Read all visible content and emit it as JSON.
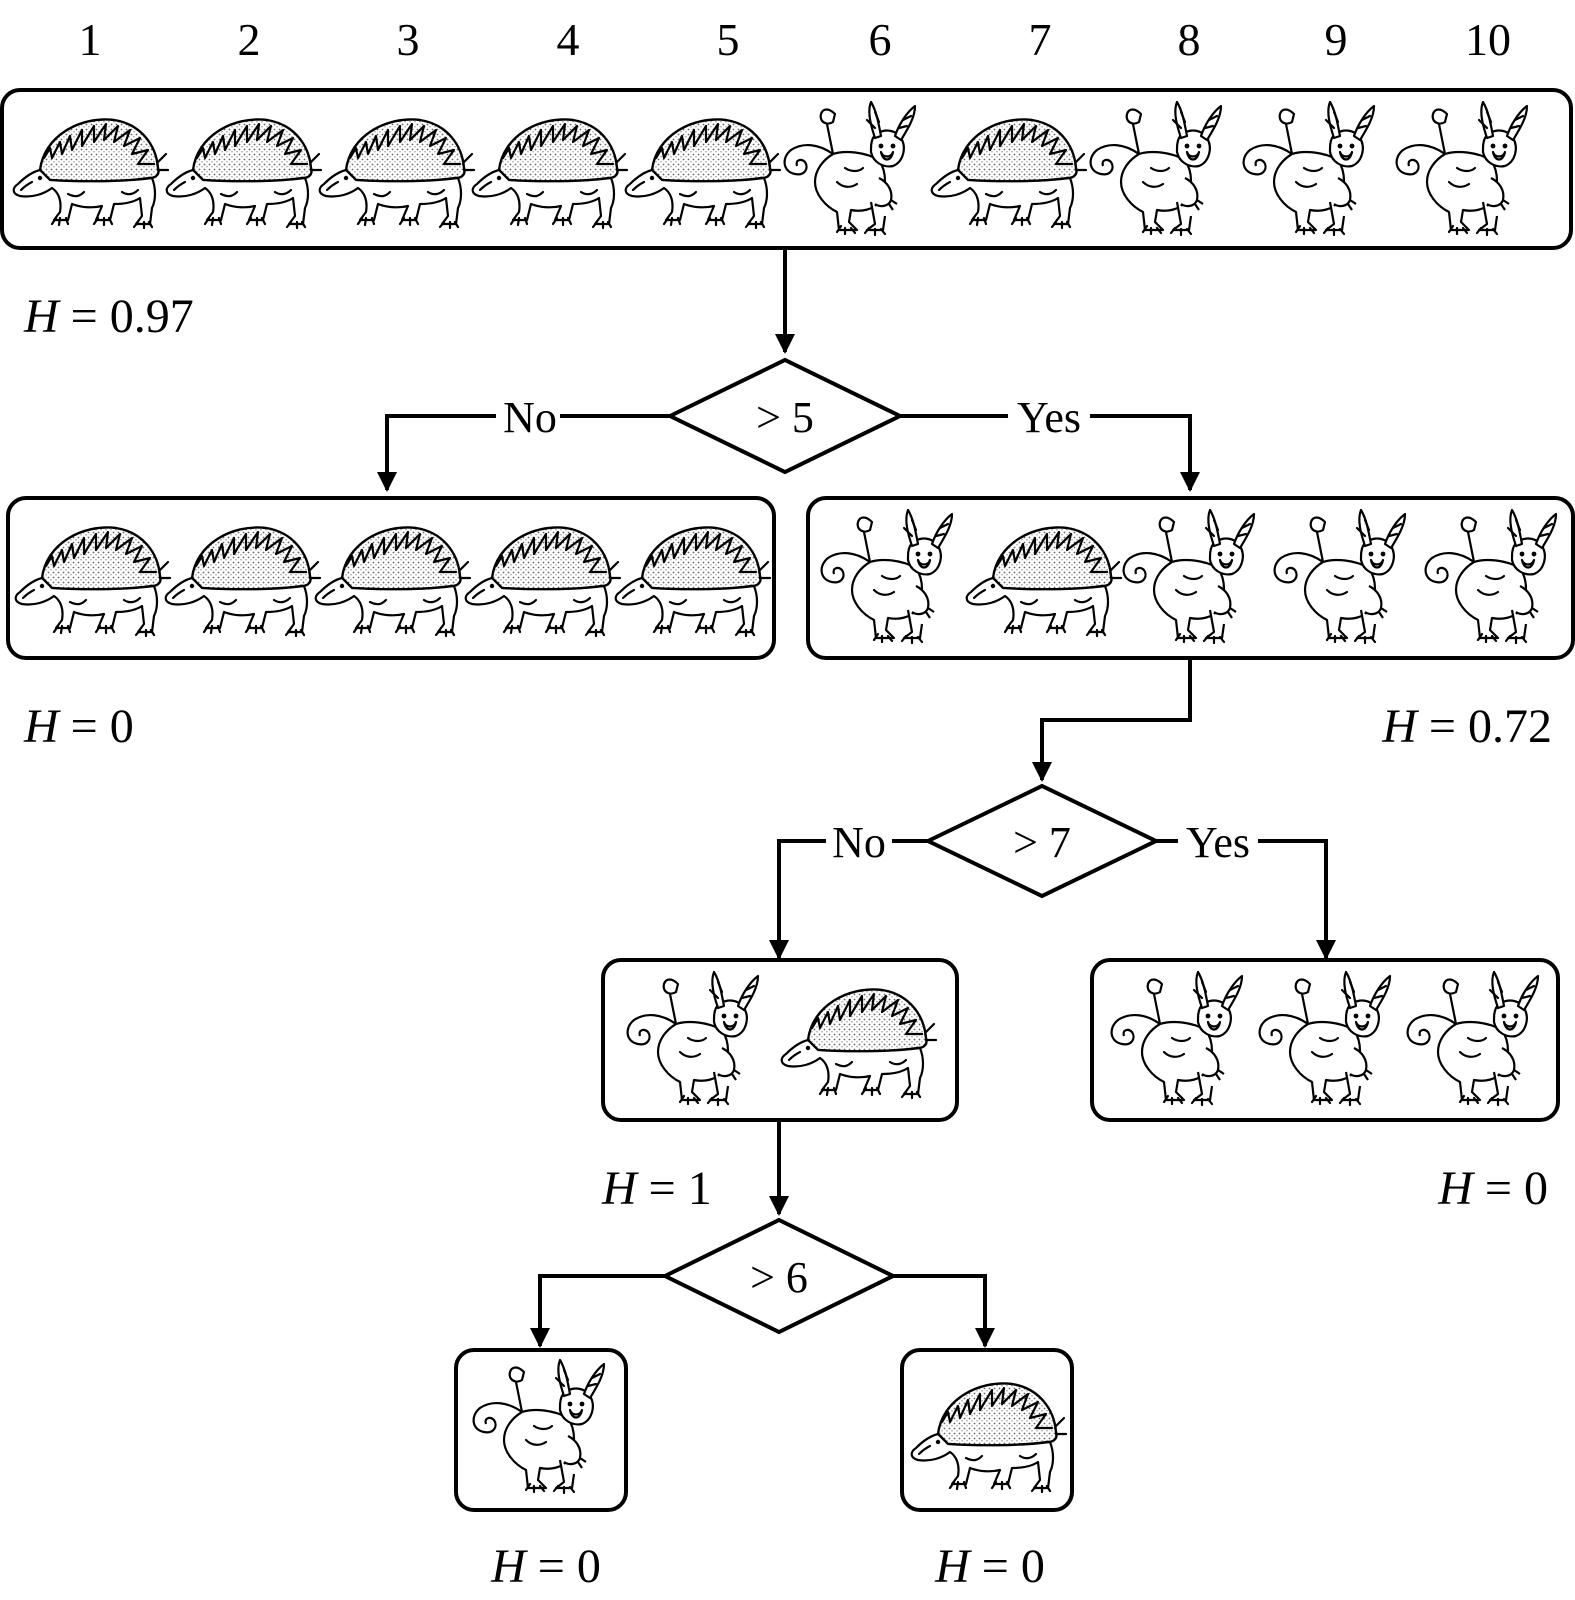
{
  "positions": [
    "1",
    "2",
    "3",
    "4",
    "5",
    "6",
    "7",
    "8",
    "9",
    "10"
  ],
  "root": {
    "animals": [
      "echidna",
      "echidna",
      "echidna",
      "echidna",
      "echidna",
      "jackalope",
      "echidna",
      "jackalope",
      "jackalope",
      "jackalope"
    ],
    "entropy": "0.97"
  },
  "split1": {
    "label": "> 5",
    "no": "No",
    "yes": "Yes"
  },
  "left1": {
    "animals": [
      "echidna",
      "echidna",
      "echidna",
      "echidna",
      "echidna"
    ],
    "entropy": "0"
  },
  "right1": {
    "animals": [
      "jackalope",
      "echidna",
      "jackalope",
      "jackalope",
      "jackalope"
    ],
    "entropy": "0.72"
  },
  "split2": {
    "label": "> 7",
    "no": "No",
    "yes": "Yes"
  },
  "left2": {
    "animals": [
      "jackalope",
      "echidna"
    ],
    "entropy": "1"
  },
  "right2": {
    "animals": [
      "jackalope",
      "jackalope",
      "jackalope"
    ],
    "entropy": "0"
  },
  "split3": {
    "label": "> 6"
  },
  "left3": {
    "animals": [
      "jackalope"
    ],
    "entropy": "0"
  },
  "right3": {
    "animals": [
      "echidna"
    ],
    "entropy": "0"
  },
  "entropy_symbol": "H",
  "equals": " = "
}
